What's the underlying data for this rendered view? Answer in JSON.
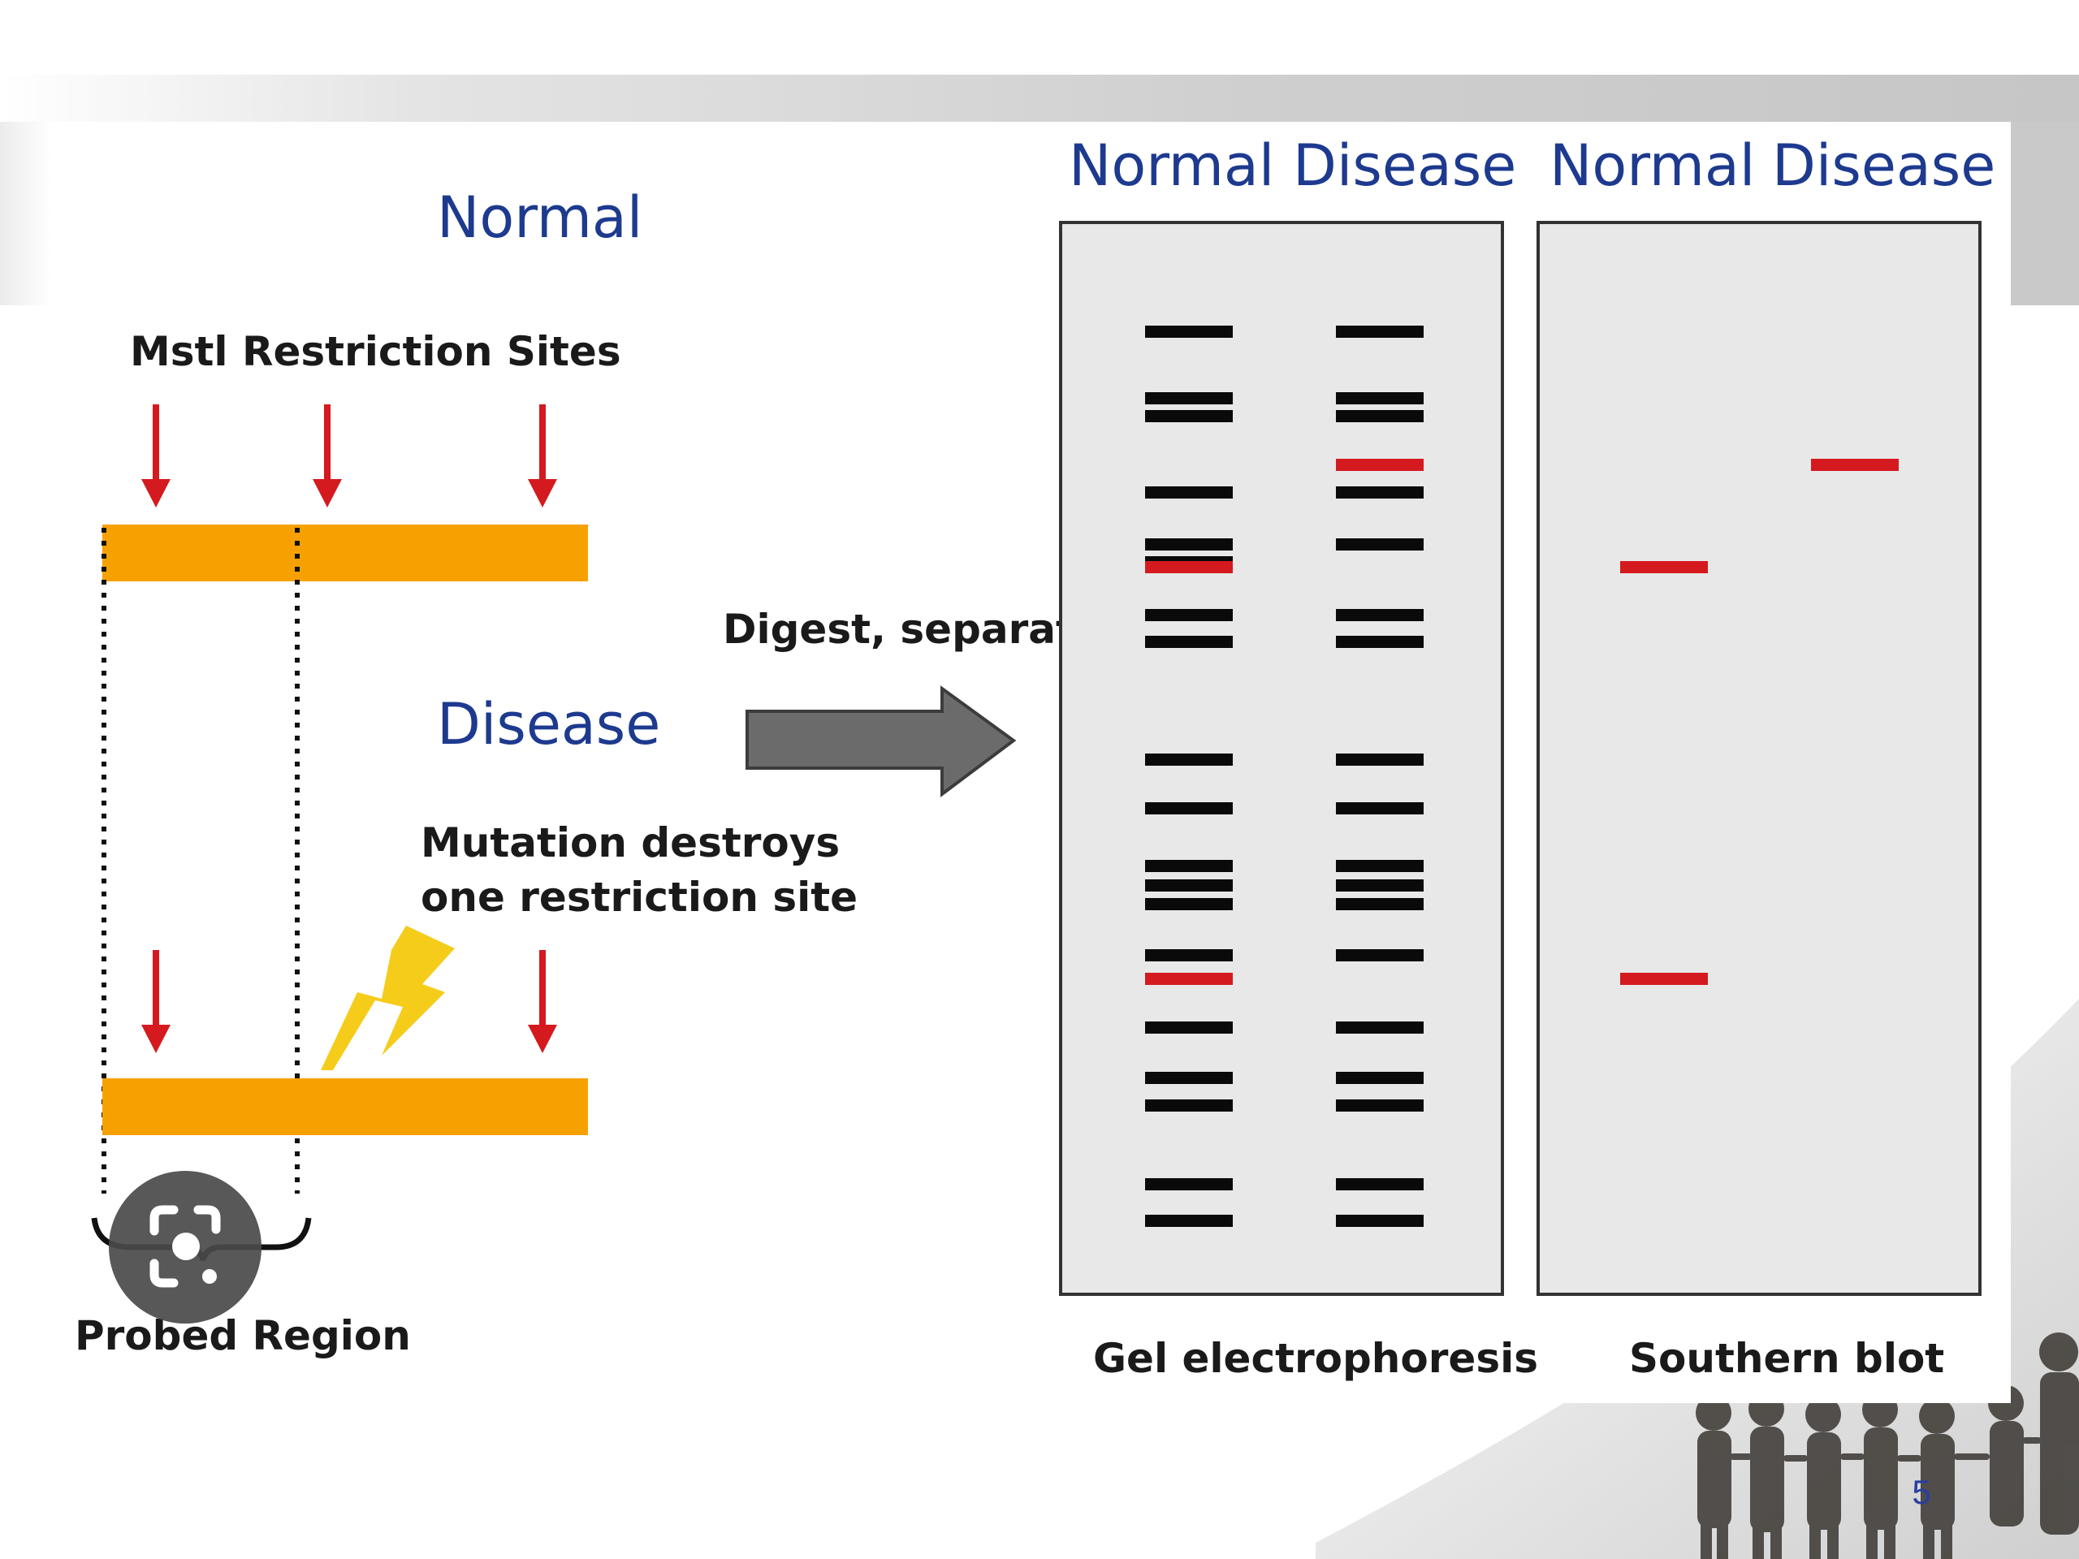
{
  "left": {
    "normal_title": "Normal",
    "restriction_sites_label": "Mstl Restriction Sites",
    "disease_title": "Disease",
    "mutation_note_line1": "Mutation destroys",
    "mutation_note_line2": "one restriction site",
    "probed_region_label": "Probed Region"
  },
  "arrow": {
    "label": "Digest, separate"
  },
  "gel": {
    "col1_header": "Normal",
    "col2_header": "Disease",
    "caption": "Gel electrophoresis"
  },
  "blot": {
    "col1_header": "Normal",
    "col2_header": "Disease",
    "caption": "Southern blot"
  },
  "slide": {
    "page_number": "5"
  },
  "colors": {
    "dna_bar": "#f7a100",
    "site_arrow": "#d41a1f",
    "probe_band": "#d41a1f",
    "band": "#0a0a0a",
    "gel_bg": "#e8e8e8",
    "title_blue": "#1d3a8f",
    "lightning": "#f5cc1a",
    "process_arrow": "#6b6b6b"
  },
  "icons": {
    "lens": "google-lens-icon"
  }
}
